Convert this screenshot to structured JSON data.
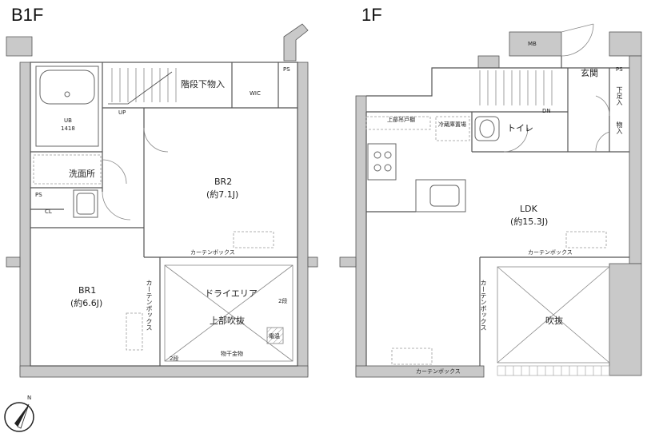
{
  "floors": [
    {
      "id": "b1f",
      "title": "B1F",
      "rooms": [
        {
          "key": "ps",
          "label": "PS"
        },
        {
          "key": "stair_storage",
          "label": "階段下物入"
        },
        {
          "key": "wic",
          "label": "WIC"
        },
        {
          "key": "up",
          "label": "UP"
        },
        {
          "key": "ub",
          "label": "UB"
        },
        {
          "key": "ub_size",
          "label": "1418"
        },
        {
          "key": "washroom",
          "label": "洗面所"
        },
        {
          "key": "ps2",
          "label": "PS"
        },
        {
          "key": "cl",
          "label": "CL"
        },
        {
          "key": "br2",
          "label": "BR2"
        },
        {
          "key": "br2_size",
          "label": "(約7.1J)"
        },
        {
          "key": "curtain_box_top",
          "label": "カーテンボックス"
        },
        {
          "key": "br1",
          "label": "BR1"
        },
        {
          "key": "br1_size",
          "label": "(約6.6J)"
        },
        {
          "key": "curtain_box_vert",
          "label": "カーテンボックス"
        },
        {
          "key": "dry_area",
          "label": "ドライエリア"
        },
        {
          "key": "atrium_above",
          "label": "上部吹抜"
        },
        {
          "key": "steps_a",
          "label": "2段"
        },
        {
          "key": "electric",
          "label": "電温"
        },
        {
          "key": "laundry",
          "label": "物干金物"
        },
        {
          "key": "steps_b",
          "label": "2段"
        }
      ]
    },
    {
      "id": "1f",
      "title": "1F",
      "rooms": [
        {
          "key": "mb",
          "label": "MB"
        },
        {
          "key": "ps",
          "label": "PS"
        },
        {
          "key": "entrance",
          "label": "玄関"
        },
        {
          "key": "shoe",
          "label": "下足入"
        },
        {
          "key": "storage",
          "label": "物入"
        },
        {
          "key": "dn",
          "label": "DN"
        },
        {
          "key": "upper_cabinet",
          "label": "上部吊戸棚"
        },
        {
          "key": "fridge",
          "label": "冷蔵庫置場"
        },
        {
          "key": "toilet",
          "label": "トイレ"
        },
        {
          "key": "ldk",
          "label": "LDK"
        },
        {
          "key": "ldk_size",
          "label": "(約15.3J)"
        },
        {
          "key": "curtain_box_top",
          "label": "カーテンボックス"
        },
        {
          "key": "curtain_box_vert",
          "label": "カーテンボックス"
        },
        {
          "key": "atrium",
          "label": "吹抜"
        },
        {
          "key": "curtain_box_bottom",
          "label": "カーテンボックス"
        }
      ]
    }
  ],
  "compass_icon": "north-arrow-icon"
}
